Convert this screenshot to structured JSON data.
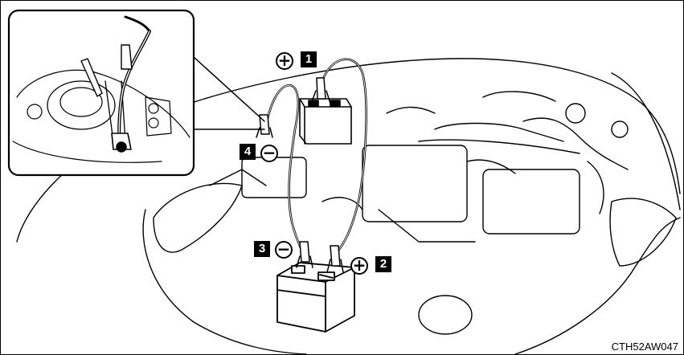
{
  "labels": {
    "step1": {
      "number": "1",
      "sign": "+"
    },
    "step2": {
      "number": "2",
      "sign": "+"
    },
    "step3": {
      "number": "3",
      "sign": "−"
    },
    "step4": {
      "number": "4",
      "sign": "−"
    }
  },
  "figure_code": "CTH52AW047",
  "colors": {
    "line": "#000000",
    "background": "#ffffff"
  }
}
